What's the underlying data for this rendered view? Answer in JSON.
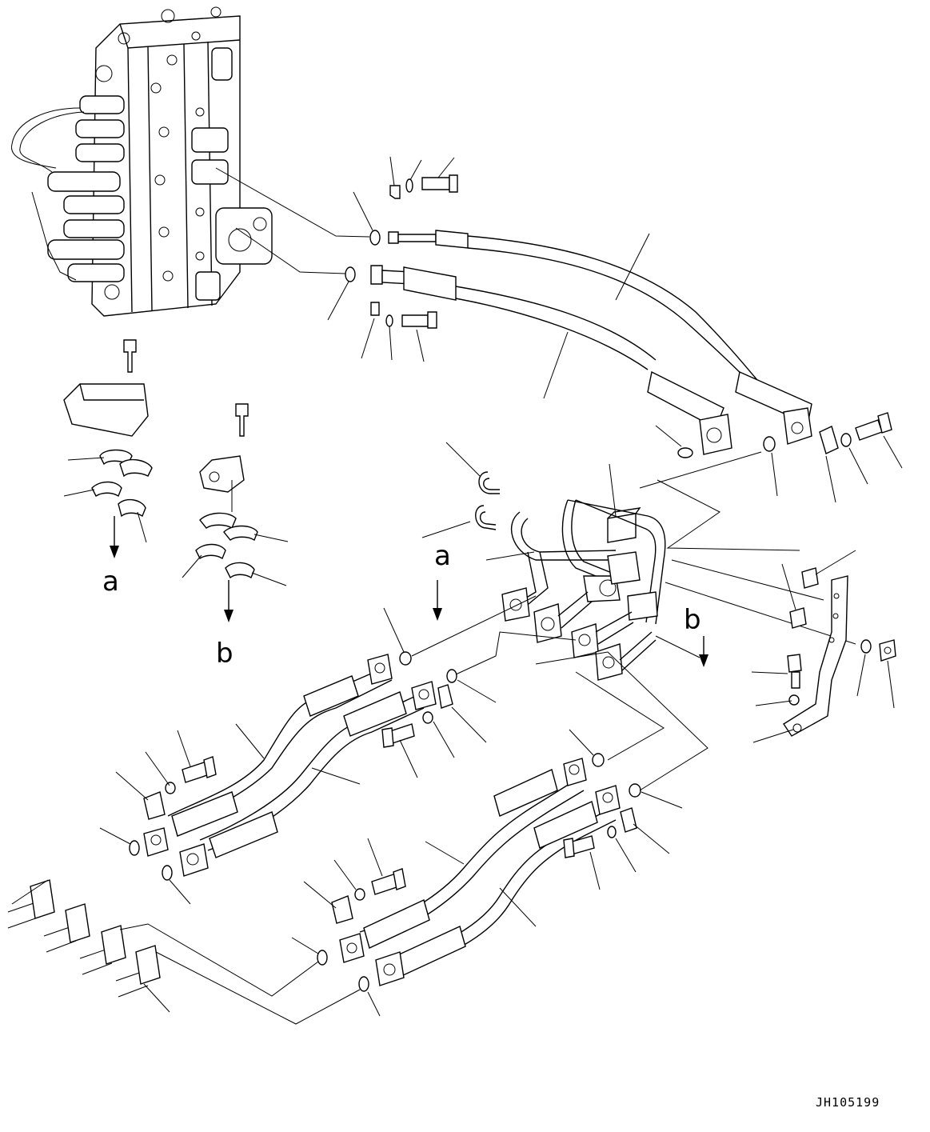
{
  "view_labels": {
    "a_left": "a",
    "b_left": "b",
    "a_center": "a",
    "b_right": "b"
  },
  "drawing_code": "JH105199"
}
